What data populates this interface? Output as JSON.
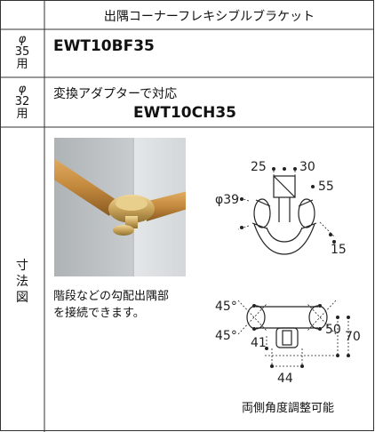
{
  "header": {
    "title": "出隅コーナーフレキシブルブラケット"
  },
  "rows": [
    {
      "label_symbol": "φ",
      "label_number": "35",
      "label_unit": "用",
      "model": "EWT10BF35"
    },
    {
      "label_symbol": "φ",
      "label_number": "32",
      "label_unit": "用",
      "note": "変換アダプターで対応",
      "model": "EWT10CH35"
    },
    {
      "label_line1": "寸",
      "label_line2": "法",
      "label_line3": "図"
    }
  ],
  "drawing": {
    "photo_caption_line1": "階段などの勾配出隅部",
    "photo_caption_line2": "を接続できます。",
    "top_view_dims": {
      "d25": "25",
      "d30": "30",
      "d55": "55",
      "phi39": "φ39",
      "d15": "15"
    },
    "side_view_dims": {
      "a45_top": "45°",
      "a45_bottom": "45°",
      "d41": "41",
      "d50": "50",
      "d70": "70",
      "d44": "44"
    },
    "adjust_note": "両側角度調整可能"
  },
  "colors": {
    "border": "#333333",
    "header_bg": "#ffffff",
    "brass": "#c9a45b",
    "wood": "#c48a3e",
    "wall": "#d9dde0"
  }
}
